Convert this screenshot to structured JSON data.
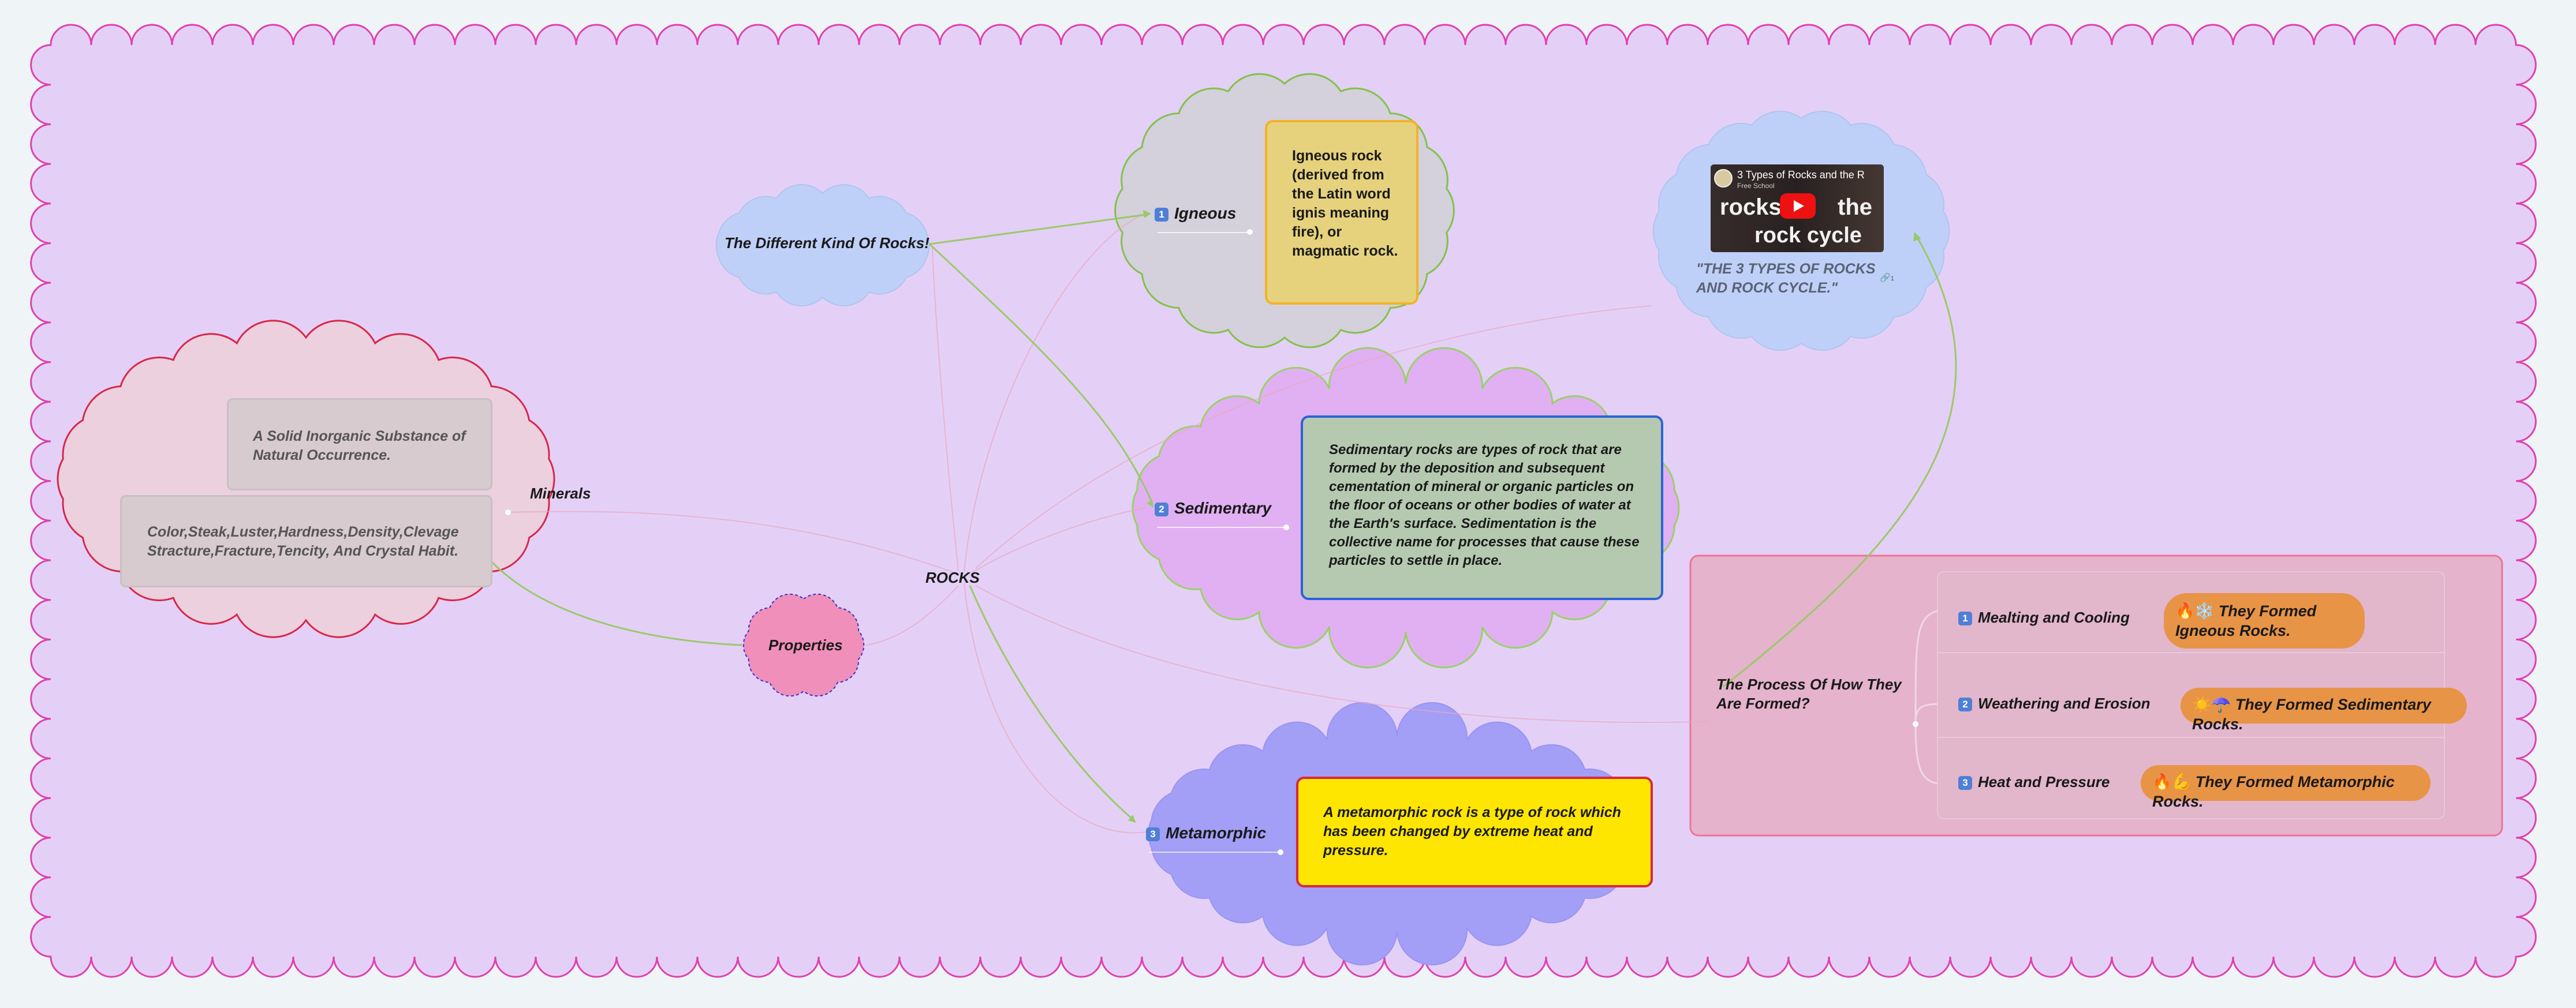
{
  "central": "ROCKS",
  "kinds": {
    "title": "The Different Kind Of Rocks!",
    "igneous": {
      "badge": "1",
      "label": "Igneous",
      "text": "Igneous rock (derived from the Latin word ignis meaning fire), or magmatic rock."
    },
    "sedimentary": {
      "badge": "2",
      "label": "Sedimentary",
      "text": "Sedimentary rocks are types of rock that are formed by the deposition and subsequent cementation of mineral or organic particles on the floor of oceans or other bodies of water at the Earth's surface. Sedimentation is the collective name for processes that cause these particles to settle in place."
    },
    "metamorphic": {
      "badge": "3",
      "label": "Metamorphic",
      "text": "A metamorphic rock is a type of rock which has been changed by extreme heat and pressure."
    }
  },
  "minerals": {
    "label": "Minerals",
    "definition": "A Solid Inorganic Substance of Natural Occurrence.",
    "properties_text": "Color,Steak,Luster,Hardness,Density,Clevage Stracture,Fracture,Tencity, And Crystal Habit."
  },
  "properties": {
    "label": "Properties"
  },
  "video": {
    "header": "3 Types of Rocks and the R",
    "channel": "Free School",
    "thumb_text_1": "rocks",
    "thumb_text_2": "the",
    "thumb_text_3": "rock cycle",
    "caption": "\"THE 3 TYPES OF ROCKS AND ROCK CYCLE.\"",
    "link_count": "1"
  },
  "process": {
    "title": "The Process Of How They Are Formed?",
    "steps": [
      {
        "badge": "1",
        "label": "Mealting and Cooling",
        "emoji": "🔥❄️",
        "result": "They Formed Igneous Rocks."
      },
      {
        "badge": "2",
        "label": "Weathering and Erosion",
        "emoji": "☀️☂️",
        "result": "They Formed Sedimentary Rocks."
      },
      {
        "badge": "3",
        "label": "Heat and Pressure",
        "emoji": "🔥💪",
        "result": "They Formed Metamorphic Rocks."
      }
    ]
  },
  "colors": {
    "canvas": "#e4d0f6",
    "canvas_border": "#e040b0",
    "green_line": "#9ac96a",
    "pink_line": "#e8a8c4",
    "kinds_cloud": "#bfd0f8",
    "igneous_cloud": "#d4d0dc",
    "igneous_box": "#e6d27c",
    "sed_cloud": "#e1b0f2",
    "sed_box": "#b5c9b0",
    "meta_cloud": "#a39ef6",
    "meta_box": "#ffe600",
    "minerals_cloud": "#ecd0de",
    "properties_cloud": "#f08fba",
    "video_cloud": "#bfd0f8",
    "process_panel": "#e5b3cc",
    "orange": "#e89447"
  }
}
